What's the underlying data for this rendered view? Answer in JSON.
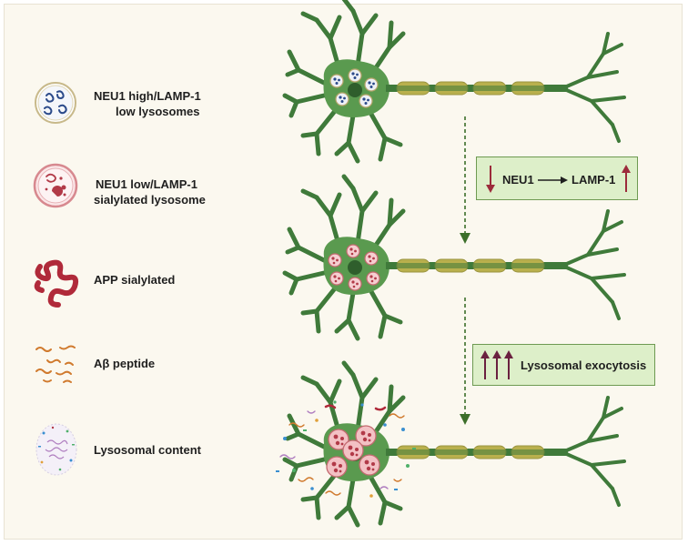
{
  "legend": {
    "items": [
      {
        "line1": "NEU1 high/LAMP-1",
        "line2": "low lysosomes",
        "icon": "lysosome-blue-icon"
      },
      {
        "line1": "NEU1 low/LAMP-1",
        "line2": "sialylated lysosome",
        "icon": "lysosome-red-icon"
      },
      {
        "line1": "APP sialylated",
        "icon": "app-coil-icon"
      },
      {
        "line1": "Aβ peptide",
        "icon": "abeta-peptide-icon"
      },
      {
        "line1": "Lysosomal content",
        "icon": "lysosomal-content-icon"
      }
    ]
  },
  "boxes": {
    "neu1_box": {
      "left": "NEU1",
      "right": "LAMP-1"
    },
    "exocytosis_box": {
      "label": "Lysosomal exocytosis"
    }
  },
  "colors": {
    "background": "#fbf8ef",
    "neuron": "#3f7a3a",
    "myelin": "#b9b04d",
    "box_fill": "#ddefc9",
    "arrow_red": "#9c2b3b",
    "arrow_green": "#3c6f2a"
  }
}
